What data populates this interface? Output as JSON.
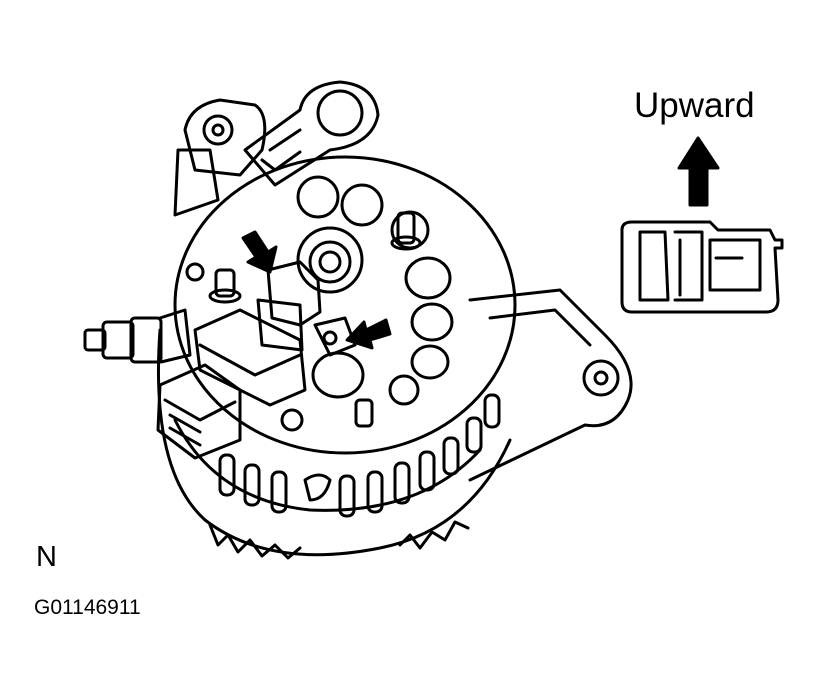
{
  "direction_label": "Upward",
  "view_label": "N",
  "figure_id": "G01146911",
  "colors": {
    "line": "#000000",
    "background": "#ffffff"
  },
  "icons": [
    "arrow-up-icon",
    "pointer-arrow-icon"
  ]
}
